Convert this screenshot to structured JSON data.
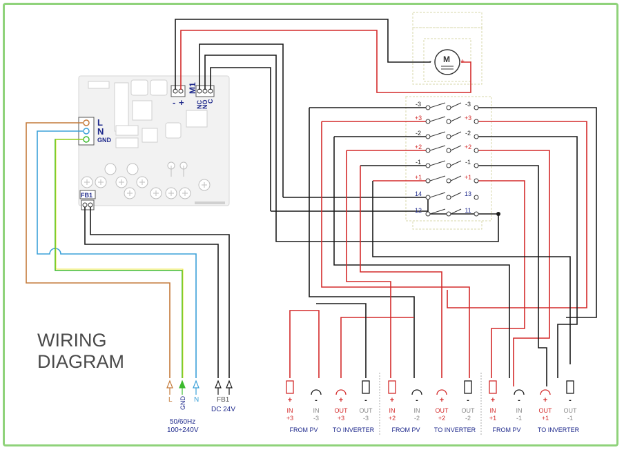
{
  "title": {
    "line1": "WIRING",
    "line2": "DIAGRAM"
  },
  "colors": {
    "frame": "#8fd27a",
    "red": "#d32a2a",
    "black": "#1a1a1a",
    "brown": "#c47a3a",
    "blue": "#3aa0d8",
    "green": "#3dba2e",
    "yellow": "#e6e000",
    "navy": "#1f2a8c",
    "gray": "#888888"
  },
  "board": {
    "m1_label": "M1",
    "m1_minus": "-",
    "m1_plus": "+",
    "nc": "NC",
    "no": "NO",
    "c": "C",
    "l": "L",
    "n": "N",
    "gnd": "GND",
    "fb1": "FB1"
  },
  "motor": {
    "symbol": "M",
    "minus": "-",
    "plus": "+"
  },
  "switches": [
    {
      "left": "-3",
      "right": "-3"
    },
    {
      "left": "+3",
      "right": "+3"
    },
    {
      "left": "-2",
      "right": "-2"
    },
    {
      "left": "+2",
      "right": "+2"
    },
    {
      "left": "-1",
      "right": "-1"
    },
    {
      "left": "+1",
      "right": "+1"
    },
    {
      "left": "14",
      "right": "13"
    },
    {
      "left": "12",
      "right": "11"
    }
  ],
  "power": {
    "l": "L",
    "gnd": "GND",
    "n": "N",
    "fb1": "FB1",
    "dc": "DC 24V",
    "freq": "50/60Hz",
    "voltage": "100÷240V"
  },
  "terminals": [
    {
      "sign": "+",
      "top": "IN",
      "bottom": "+3"
    },
    {
      "sign": "-",
      "top": "IN",
      "bottom": "-3"
    },
    {
      "sign": "+",
      "top": "OUT",
      "bottom": "+3"
    },
    {
      "sign": "-",
      "top": "OUT",
      "bottom": "-3"
    },
    {
      "sign": "+",
      "top": "IN",
      "bottom": "+2"
    },
    {
      "sign": "-",
      "top": "IN",
      "bottom": "-2"
    },
    {
      "sign": "+",
      "top": "OUT",
      "bottom": "+2"
    },
    {
      "sign": "-",
      "top": "OUT",
      "bottom": "-2"
    },
    {
      "sign": "+",
      "top": "IN",
      "bottom": "+1"
    },
    {
      "sign": "-",
      "top": "IN",
      "bottom": "-1"
    },
    {
      "sign": "+",
      "top": "OUT",
      "bottom": "+1"
    },
    {
      "sign": "-",
      "top": "OUT",
      "bottom": "-1"
    }
  ],
  "groups": [
    {
      "from": "FROM PV",
      "to": "TO INVERTER"
    },
    {
      "from": "FROM PV",
      "to": "TO INVERTER"
    },
    {
      "from": "FROM PV",
      "to": "TO INVERTER"
    }
  ]
}
